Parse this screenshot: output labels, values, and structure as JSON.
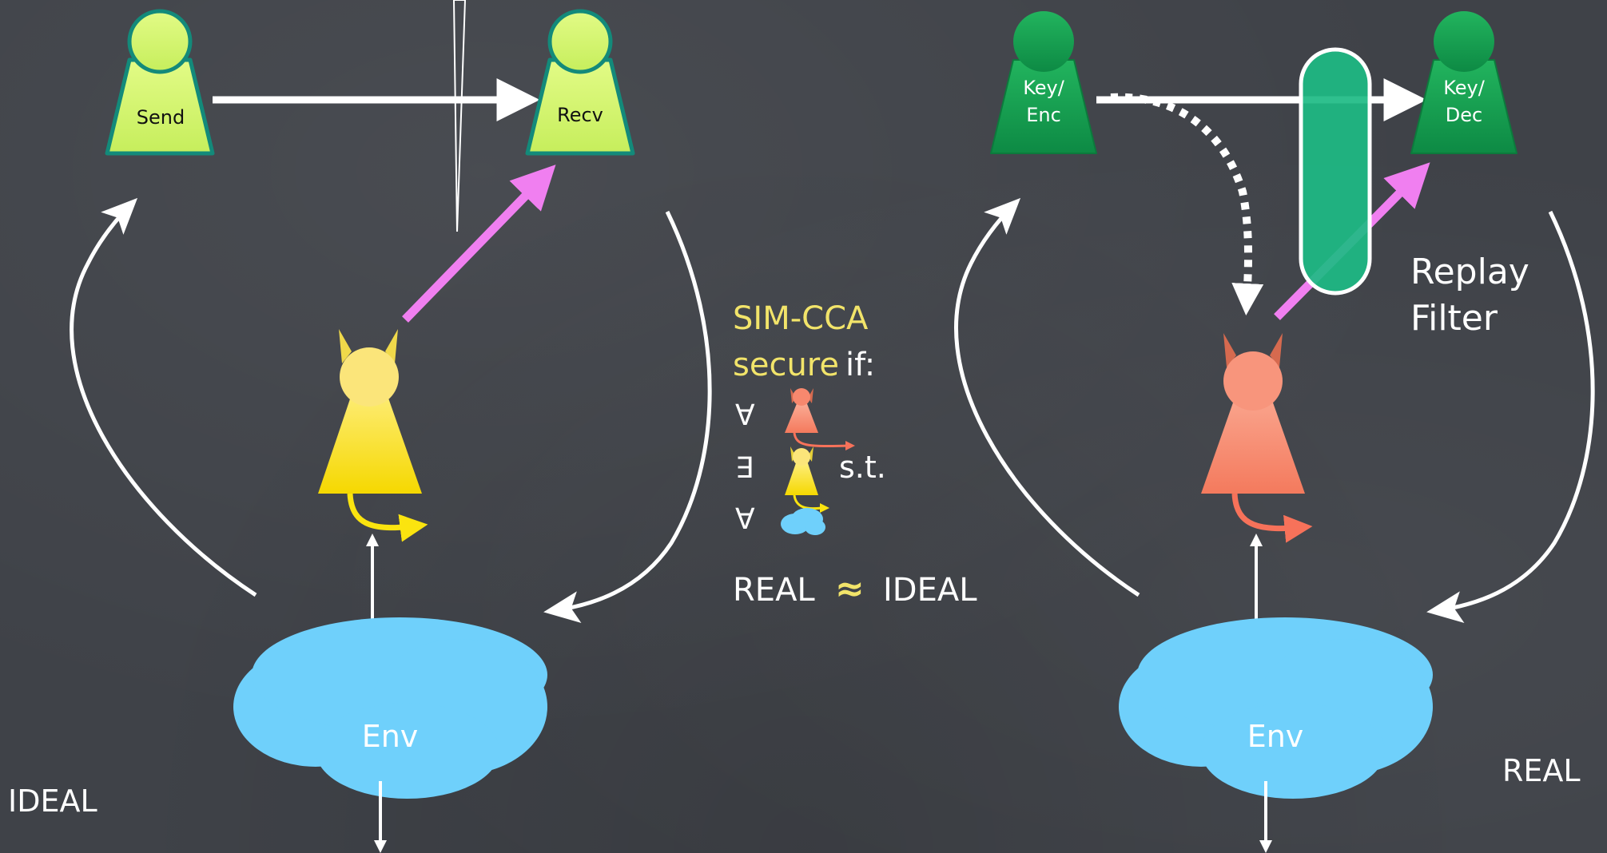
{
  "ideal": {
    "send_label": "Send",
    "recv_label": "Recv",
    "env_label": "Env",
    "world_label": "IDEAL"
  },
  "real": {
    "keyenc_label_1": "Key/",
    "keyenc_label_2": "Enc",
    "keydec_label_1": "Key/",
    "keydec_label_2": "Dec",
    "replay_label_1": "Replay",
    "replay_label_2": "Filter",
    "env_label": "Env",
    "world_label": "REAL"
  },
  "definition": {
    "title_line1": "SIM-CCA",
    "title_line2a": "secure",
    "title_line2b": " if:",
    "forall_symbol": "∀",
    "exists_symbol": "∃",
    "st_label": "s.t.",
    "forall2_symbol": "∀",
    "conclusion_real": "REAL",
    "conclusion_approx": "≈",
    "conclusion_ideal": "IDEAL"
  },
  "colors": {
    "background": "#3f4248",
    "ideal_party": "#d4f56b",
    "ideal_party_outline": "#138a7a",
    "real_party": "#16a050",
    "adversary_yellow": "#fbe40f",
    "adversary_red": "#f7886e",
    "environment": "#6fd0fb",
    "adversary_arrow": "#f07ff0",
    "title_yellow": "#f2e46a",
    "replay_filter": "#1dbb84"
  }
}
